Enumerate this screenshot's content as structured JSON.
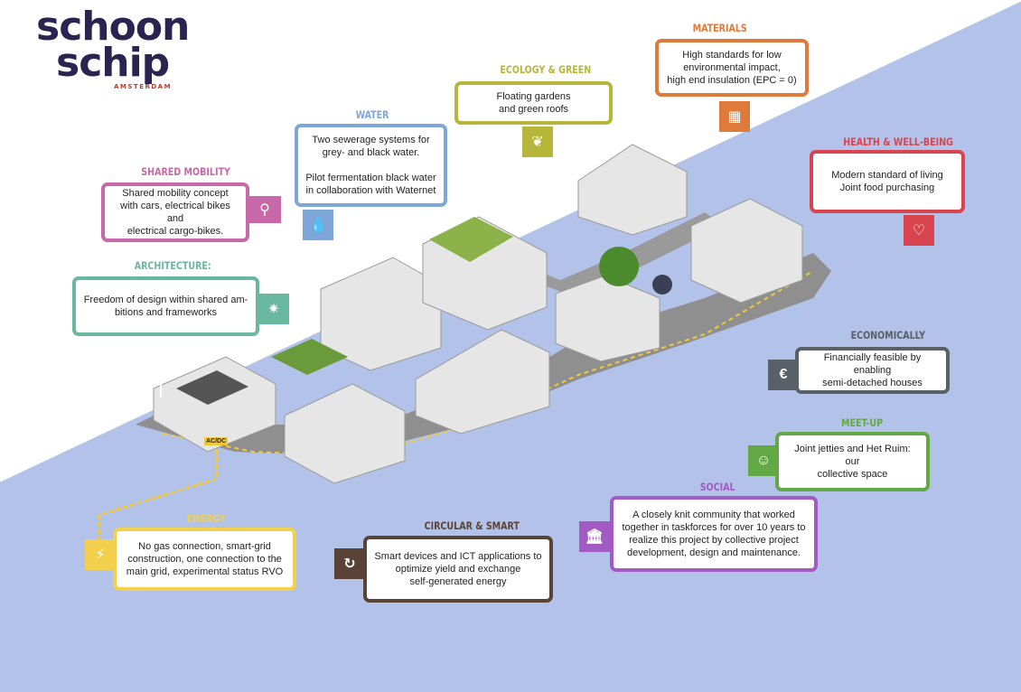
{
  "logo": {
    "line1": "schoon",
    "line2": "schip",
    "line3": "AMSTERDAM"
  },
  "topics": {
    "materials": {
      "heading": "MATERIALS",
      "text": "High standards for low\nenvironmental impact,\nhigh end insulation (EPC = 0)",
      "color": "#e07a3a",
      "icon": "brick-icon"
    },
    "ecology": {
      "heading": "ECOLOGY & GREEN",
      "text": "Floating gardens\nand green roofs",
      "color": "#b5b63a",
      "icon": "tree-icon"
    },
    "water": {
      "heading": "WATER",
      "text": "Two sewerage systems for\ngrey- and black water.\n\nPilot fermentation black water\nin collaboration with Waternet",
      "color": "#7fa6d8",
      "icon": "water-drop-icon"
    },
    "mobility": {
      "heading": "SHARED MOBILITY",
      "text": "Shared mobility concept\nwith cars, electrical bikes and\nelectrical cargo-bikes.",
      "color": "#c768a8",
      "icon": "cargo-bike-icon"
    },
    "architecture": {
      "heading": "ARCHITECTURE:",
      "text": "Freedom of design within shared am-\nbitions and frameworks",
      "color": "#6ab7a0",
      "icon": "handshake-icon"
    },
    "health": {
      "heading": "HEALTH & WELL-BEING",
      "text": "Modern standard of living\nJoint food purchasing",
      "color": "#d9454f",
      "icon": "heart-rate-icon"
    },
    "economically": {
      "heading": "ECONOMICALLY",
      "text": "Financially feasible by enabling\nsemi-detached houses",
      "color": "#5a6068",
      "icon": "euro-icon"
    },
    "meetup": {
      "heading": "MEET-UP",
      "text": "Joint jetties and Het Ruim: our\ncollective space",
      "color": "#62a946",
      "icon": "meeting-icon"
    },
    "social": {
      "heading": "SOCIAL",
      "text": "A closely knit community that worked\ntogether in taskforces for over 10 years to\nrealize this project by collective project\ndevelopment, design and maintenance.",
      "color": "#a15bc3",
      "icon": "institution-icon"
    },
    "circular": {
      "heading": "CIRCULAR & SMART",
      "text": "Smart devices and ICT applications to\noptimize yield and exchange\nself-generated energy",
      "color": "#5b4236",
      "icon": "cycle-icon"
    },
    "energy": {
      "heading": "ENERGY",
      "text": "No gas connection, smart-grid\nconstruction, one connection to the\nmain grid, experimental status  RVO",
      "color": "#f2d04e",
      "icon": "lightning-icon"
    }
  },
  "map_labels": {
    "acdc": "AC/DC"
  },
  "colors": {
    "water": "#b3c2e8",
    "land": "#ffffff",
    "jetty": "#8f8f8f",
    "path": "#f0c93a",
    "house": "#e6e6e6"
  }
}
